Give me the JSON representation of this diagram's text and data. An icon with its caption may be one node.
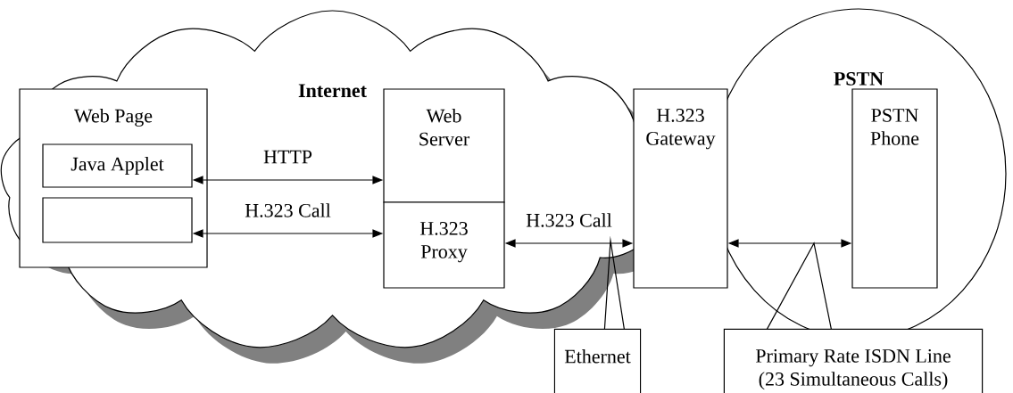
{
  "diagram": {
    "nodes": [
      {
        "text": [
          "Internet"
        ]
      },
      {
        "text": [
          "PSTN"
        ]
      },
      {
        "text": [
          "Web Page"
        ],
        "in": 0
      },
      {
        "text": [
          "Java Applet"
        ],
        "in": 2
      },
      {
        "text": [],
        "shape": "box",
        "in": 2
      },
      {
        "text": [
          "Web Server"
        ],
        "in": 0
      },
      {
        "text": [
          "H.323 Proxy"
        ],
        "in": 0
      },
      {
        "text": [
          "H.323 Gateway"
        ]
      },
      {
        "text": [
          "PSTN Phone"
        ],
        "in": 1
      },
      {
        "text": [
          "Ethernet"
        ]
      },
      {
        "text": [
          "Primary Rate ISDN Line (23 Simultaneous Calls)"
        ]
      }
    ],
    "edges": [
      {
        "from": 3,
        "to": 5,
        "arrow": "both",
        "label": "HTTP"
      },
      {
        "from": 4,
        "to": 6,
        "arrow": "both",
        "label": "H.323 Call"
      },
      {
        "from": 6,
        "to": 7,
        "arrow": "both",
        "label": "H.323 Call"
      },
      {
        "from": 7,
        "to": 8,
        "arrow": "both"
      },
      {
        "from": 9,
        "to": null,
        "arrow": "none"
      },
      {
        "from": 10,
        "to": null,
        "arrow": "none"
      }
    ]
  }
}
